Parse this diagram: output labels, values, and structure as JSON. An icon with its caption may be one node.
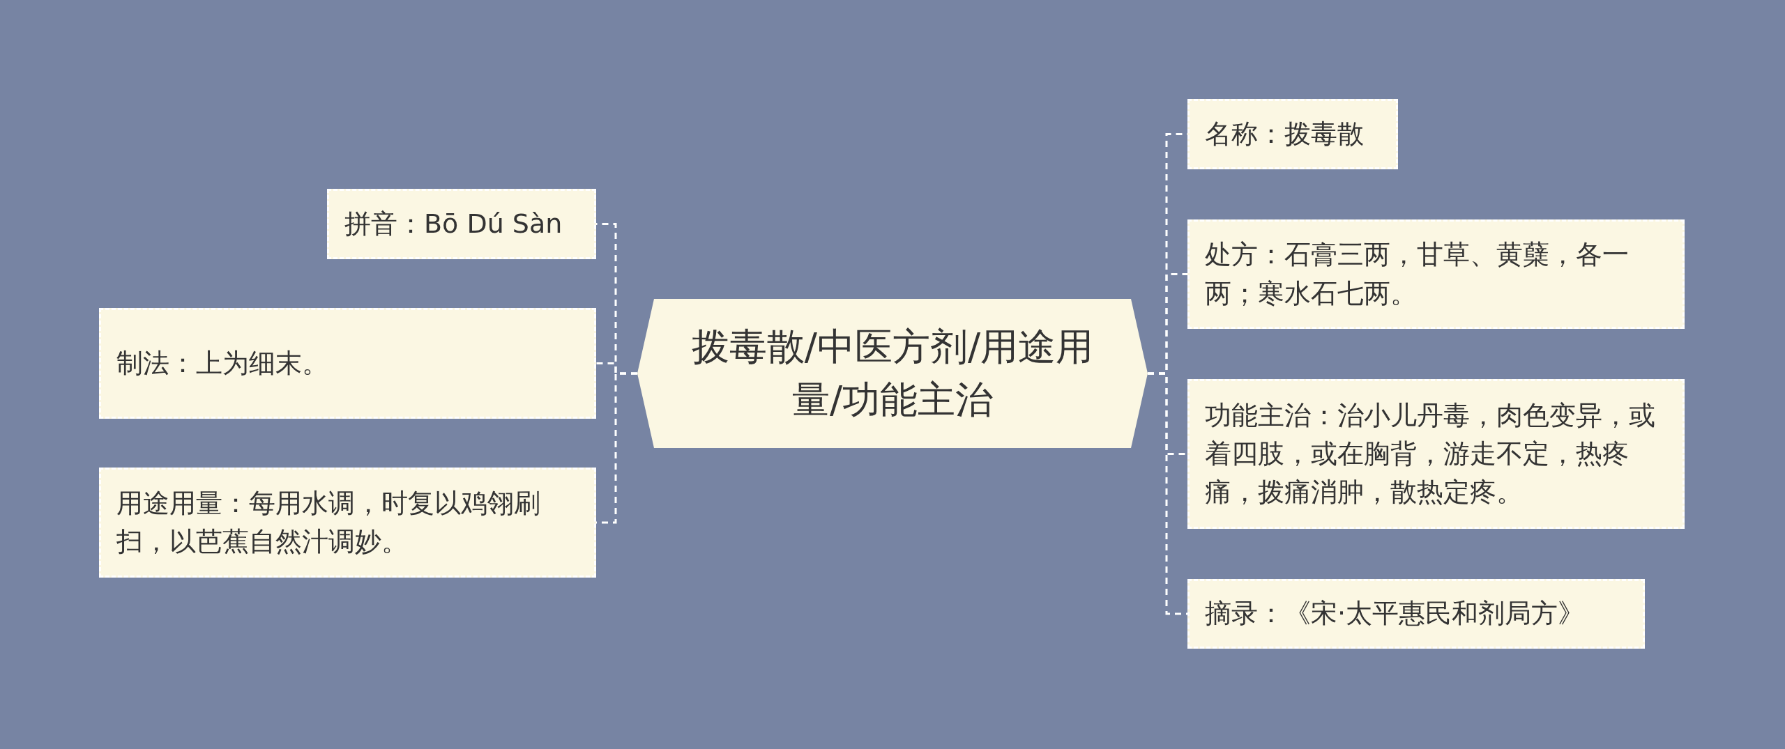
{
  "diagram": {
    "nodes": [
      {
        "text": [
          "拨毒散/中医方剂/用途用量/功能主治"
        ]
      },
      {
        "text": [
          "拼音：Bō Dú Sàn"
        ]
      },
      {
        "text": [
          "制法：上为细末。"
        ]
      },
      {
        "text": [
          "用途用量：每用水调，时复以鸡翎刷扫，以芭蕉自然汁调妙。"
        ]
      },
      {
        "text": [
          "名称：拨毒散"
        ]
      },
      {
        "text": [
          "处方：石膏三两，甘草、黄蘖，各一两；寒水石七两。"
        ]
      },
      {
        "text": [
          "功能主治：治小儿丹毒，肉色变异，或着四肢，或在胸背，游走不定，热疼痛，拨痛消肿，散热定疼。"
        ]
      },
      {
        "text": [
          "摘录：《宋·太平惠民和剂局方》"
        ]
      }
    ],
    "edges": [
      {
        "from": 0,
        "to": 1,
        "arrow": "none",
        "style": "dashed"
      },
      {
        "from": 0,
        "to": 2,
        "arrow": "none",
        "style": "dashed"
      },
      {
        "from": 0,
        "to": 3,
        "arrow": "none",
        "style": "dashed"
      },
      {
        "from": 0,
        "to": 4,
        "arrow": "none",
        "style": "dashed"
      },
      {
        "from": 0,
        "to": 5,
        "arrow": "none",
        "style": "dashed"
      },
      {
        "from": 0,
        "to": 6,
        "arrow": "none",
        "style": "dashed"
      },
      {
        "from": 0,
        "to": 7,
        "arrow": "none",
        "style": "dashed"
      }
    ]
  }
}
